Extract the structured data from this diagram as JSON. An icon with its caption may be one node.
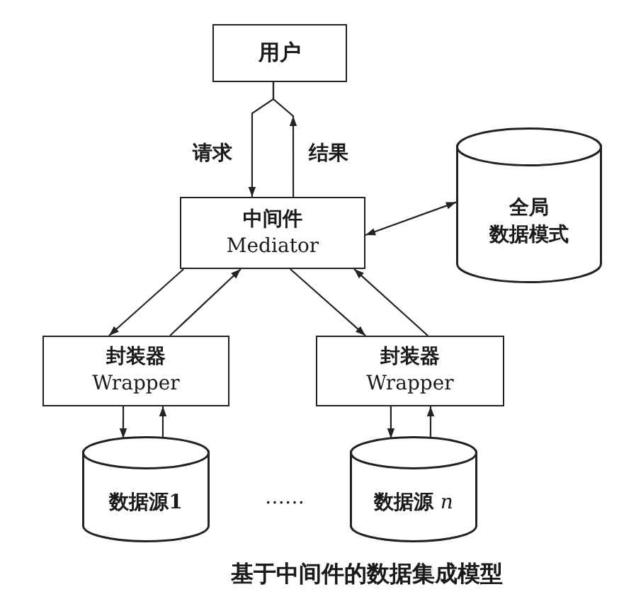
{
  "diagram": {
    "caption": "基于中间件的数据集成模型",
    "nodes": [
      {
        "text": [
          "用户"
        ]
      },
      {
        "text": [
          "中间件",
          "Mediator"
        ]
      },
      {
        "text": [
          "全局",
          "数据模式"
        ]
      },
      {
        "text": [
          "封装器",
          "Wrapper"
        ]
      },
      {
        "text": [
          "封装器",
          "Wrapper"
        ]
      },
      {
        "text": [
          "数据源1"
        ]
      },
      {
        "text": [
          "数据源 *n*"
        ]
      }
    ],
    "edges": [
      {
        "from": 0,
        "to": 1,
        "arrow": "to",
        "label": "请求"
      },
      {
        "from": 1,
        "to": 0,
        "arrow": "to",
        "label": "结果"
      },
      {
        "from": 1,
        "to": 2,
        "arrow": "both"
      },
      {
        "from": 1,
        "to": 3,
        "arrow": "to"
      },
      {
        "from": 3,
        "to": 1,
        "arrow": "to"
      },
      {
        "from": 1,
        "to": 4,
        "arrow": "to"
      },
      {
        "from": 4,
        "to": 1,
        "arrow": "to"
      },
      {
        "from": 3,
        "to": 5,
        "arrow": "to"
      },
      {
        "from": 5,
        "to": 3,
        "arrow": "to"
      },
      {
        "from": 4,
        "to": 6,
        "arrow": "to"
      },
      {
        "from": 6,
        "to": 4,
        "arrow": "to"
      }
    ],
    "labels": [
      "……"
    ]
  }
}
